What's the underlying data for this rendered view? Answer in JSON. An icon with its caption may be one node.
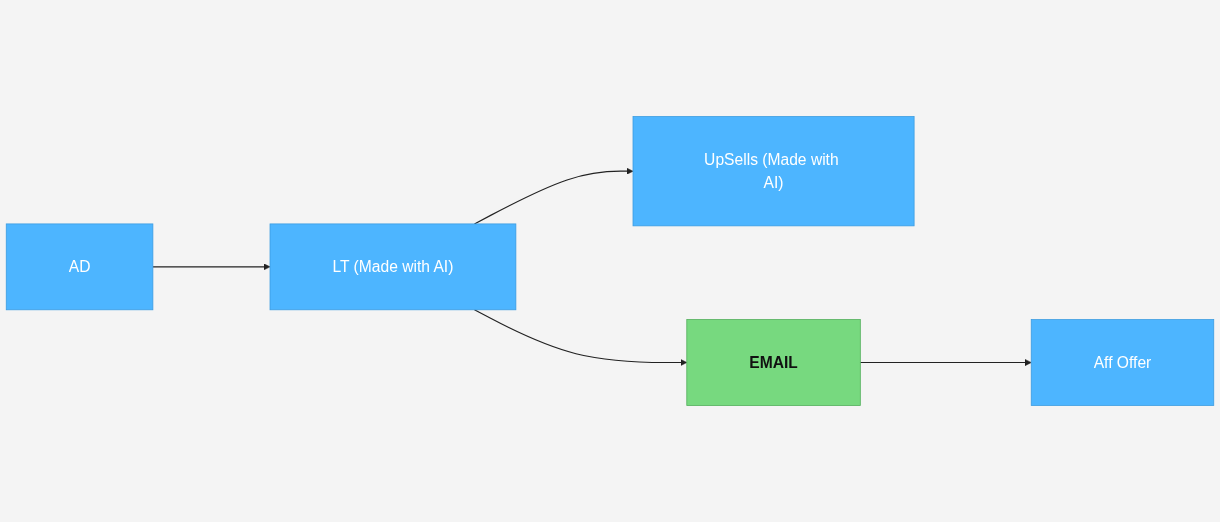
{
  "diagram": {
    "nodes": [
      {
        "text": [
          "AD"
        ]
      },
      {
        "text": [
          "LT (Made with AI)"
        ]
      },
      {
        "text": [
          "UpSells (Made with AI)"
        ]
      },
      {
        "text": [
          "EMAIL"
        ]
      },
      {
        "text": [
          "Aff Offer"
        ]
      }
    ],
    "edges": [
      {
        "from": 0,
        "to": 1,
        "arrow": "to"
      },
      {
        "from": 1,
        "to": 2,
        "arrow": "to"
      },
      {
        "from": 1,
        "to": 3,
        "arrow": "to"
      },
      {
        "from": 3,
        "to": 4,
        "arrow": "to"
      }
    ]
  }
}
